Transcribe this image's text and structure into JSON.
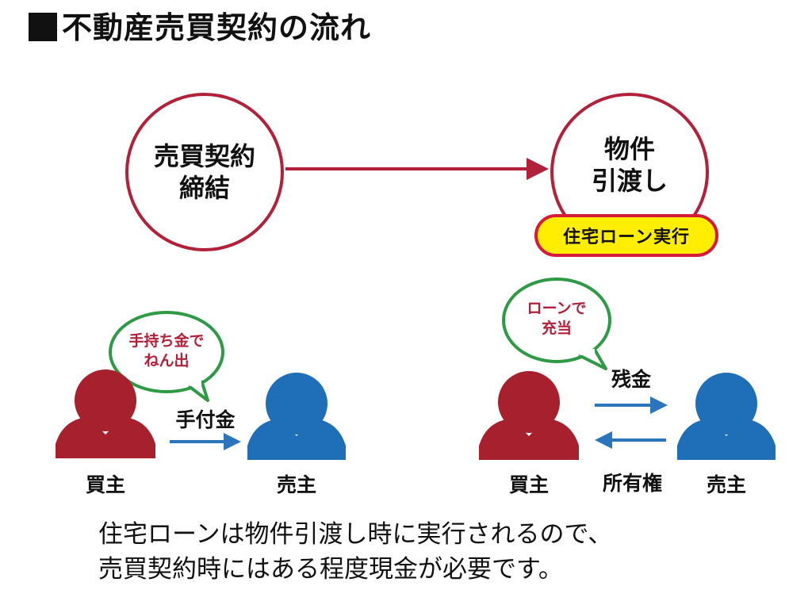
{
  "title": "不動産売買契約の流れ",
  "flow": {
    "step1": [
      "売買契約",
      "締結"
    ],
    "step2": [
      "物件",
      "引渡し"
    ],
    "loan_badge": "住宅ローン実行"
  },
  "left_scene": {
    "bubble": [
      "手持ち金で",
      "ねん出"
    ],
    "payment": "手付金",
    "buyer": "買主",
    "seller": "売主"
  },
  "right_scene": {
    "bubble": [
      "ローンで",
      "充当"
    ],
    "payment": "残金",
    "transfer": "所有権",
    "buyer": "買主",
    "seller": "売主"
  },
  "note": [
    "住宅ローンは物件引渡し時に実行されるので、",
    "売買契約時にはある程度現金が必要です。"
  ],
  "colors": {
    "accent_red": "#b1213a",
    "buyer_red": "#a6202e",
    "seller_blue": "#1f6fb8",
    "arrow_blue": "#2a75bb",
    "bubble_green": "#2f9a45",
    "badge_yellow": "#ffee00"
  }
}
